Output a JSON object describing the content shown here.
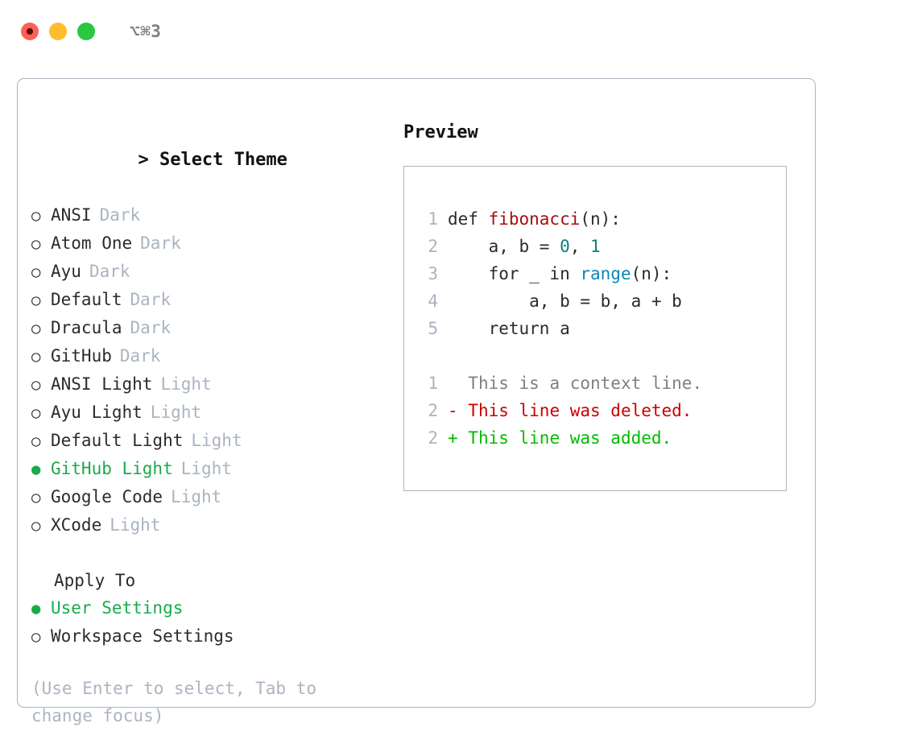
{
  "titlebar": {
    "shortcut": "⌥⌘3",
    "lights": [
      {
        "name": "close",
        "color": "#ff5f57"
      },
      {
        "name": "minimize",
        "color": "#ffbd2e"
      },
      {
        "name": "maximize",
        "color": "#28c840"
      }
    ]
  },
  "theme_picker": {
    "header": "Select Theme",
    "prompt": ">",
    "bullet_unselected": "○",
    "bullet_selected": "●",
    "items": [
      {
        "name": "ANSI",
        "kind": "Dark",
        "selected": false
      },
      {
        "name": "Atom One",
        "kind": "Dark",
        "selected": false
      },
      {
        "name": "Ayu",
        "kind": "Dark",
        "selected": false
      },
      {
        "name": "Default",
        "kind": "Dark",
        "selected": false
      },
      {
        "name": "Dracula",
        "kind": "Dark",
        "selected": false
      },
      {
        "name": "GitHub",
        "kind": "Dark",
        "selected": false
      },
      {
        "name": "ANSI Light",
        "kind": "Light",
        "selected": false
      },
      {
        "name": "Ayu Light",
        "kind": "Light",
        "selected": false
      },
      {
        "name": "Default Light",
        "kind": "Light",
        "selected": false
      },
      {
        "name": "GitHub Light",
        "kind": "Light",
        "selected": true
      },
      {
        "name": "Google Code",
        "kind": "Light",
        "selected": false
      },
      {
        "name": "XCode",
        "kind": "Light",
        "selected": false
      }
    ]
  },
  "apply_to": {
    "header": "Apply To",
    "items": [
      {
        "name": "User Settings",
        "selected": true
      },
      {
        "name": "Workspace Settings",
        "selected": false
      }
    ]
  },
  "hint": "(Use Enter to select, Tab to change focus)",
  "preview": {
    "title": "Preview",
    "code_lines": [
      {
        "no": "1",
        "segments": [
          {
            "t": "def ",
            "c": "plain"
          },
          {
            "t": "fibonacci",
            "c": "fn"
          },
          {
            "t": "(n):",
            "c": "plain"
          }
        ]
      },
      {
        "no": "2",
        "segments": [
          {
            "t": "    a, b = ",
            "c": "plain"
          },
          {
            "t": "0",
            "c": "num"
          },
          {
            "t": ", ",
            "c": "plain"
          },
          {
            "t": "1",
            "c": "num"
          }
        ]
      },
      {
        "no": "3",
        "segments": [
          {
            "t": "    for _ in ",
            "c": "plain"
          },
          {
            "t": "range",
            "c": "call"
          },
          {
            "t": "(n):",
            "c": "plain"
          }
        ]
      },
      {
        "no": "4",
        "segments": [
          {
            "t": "        a, b = b, a + b",
            "c": "plain"
          }
        ]
      },
      {
        "no": "5",
        "segments": [
          {
            "t": "    return a",
            "c": "plain"
          }
        ]
      }
    ],
    "diff_lines": [
      {
        "no": "1",
        "marker": " ",
        "text": " This is a context line.",
        "kind": "ctx"
      },
      {
        "no": "2",
        "marker": "-",
        "text": " This line was deleted.",
        "kind": "del"
      },
      {
        "no": "2",
        "marker": "+",
        "text": " This line was added.",
        "kind": "add"
      }
    ]
  },
  "colors": {
    "accent_green": "#1aaa4b",
    "diff_add": "#00bb00",
    "diff_del": "#cc0000",
    "muted": "#aab4c0",
    "function": "#a40e0e",
    "number": "#0f7f7f",
    "call": "#0b87b5",
    "border": "#aab4c0"
  }
}
